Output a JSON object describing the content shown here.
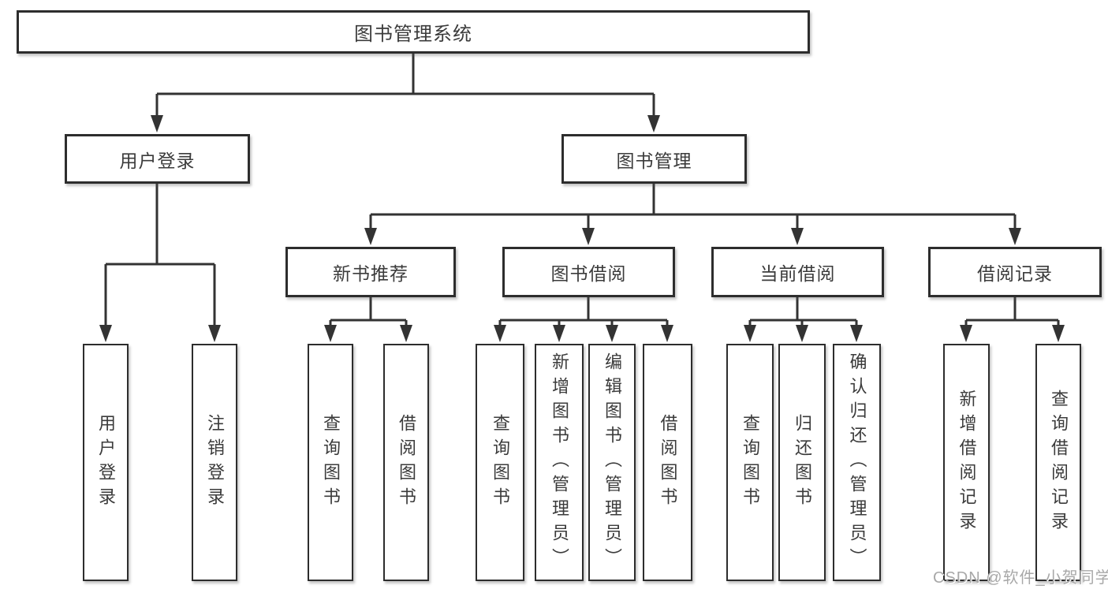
{
  "tree": {
    "root": {
      "label": "图书管理系统",
      "children": [
        {
          "label": "用户登录",
          "children": [
            {
              "label": "用户登录"
            },
            {
              "label": "注销登录"
            }
          ]
        },
        {
          "label": "图书管理",
          "children": [
            {
              "label": "新书推荐",
              "children": [
                {
                  "label": "查询图书"
                },
                {
                  "label": "借阅图书"
                }
              ]
            },
            {
              "label": "图书借阅",
              "children": [
                {
                  "label": "查询图书"
                },
                {
                  "label": "新增图书（管理员）"
                },
                {
                  "label": "编辑图书（管理员）"
                },
                {
                  "label": "借阅图书"
                }
              ]
            },
            {
              "label": "当前借阅",
              "children": [
                {
                  "label": "查询图书"
                },
                {
                  "label": "归还图书"
                },
                {
                  "label": "确认归还（管理员）"
                }
              ]
            },
            {
              "label": "借阅记录",
              "children": [
                {
                  "label": "新增借阅记录"
                },
                {
                  "label": "查询借阅记录"
                }
              ]
            }
          ]
        }
      ]
    }
  },
  "watermark": {
    "text": "CSDN @软件_小贺同学"
  },
  "colors": {
    "background": "#ffffff",
    "line": "#333333",
    "box_border": "#2d2d2d",
    "text": "#3b3b3b",
    "watermark": "#a8a8a8"
  }
}
